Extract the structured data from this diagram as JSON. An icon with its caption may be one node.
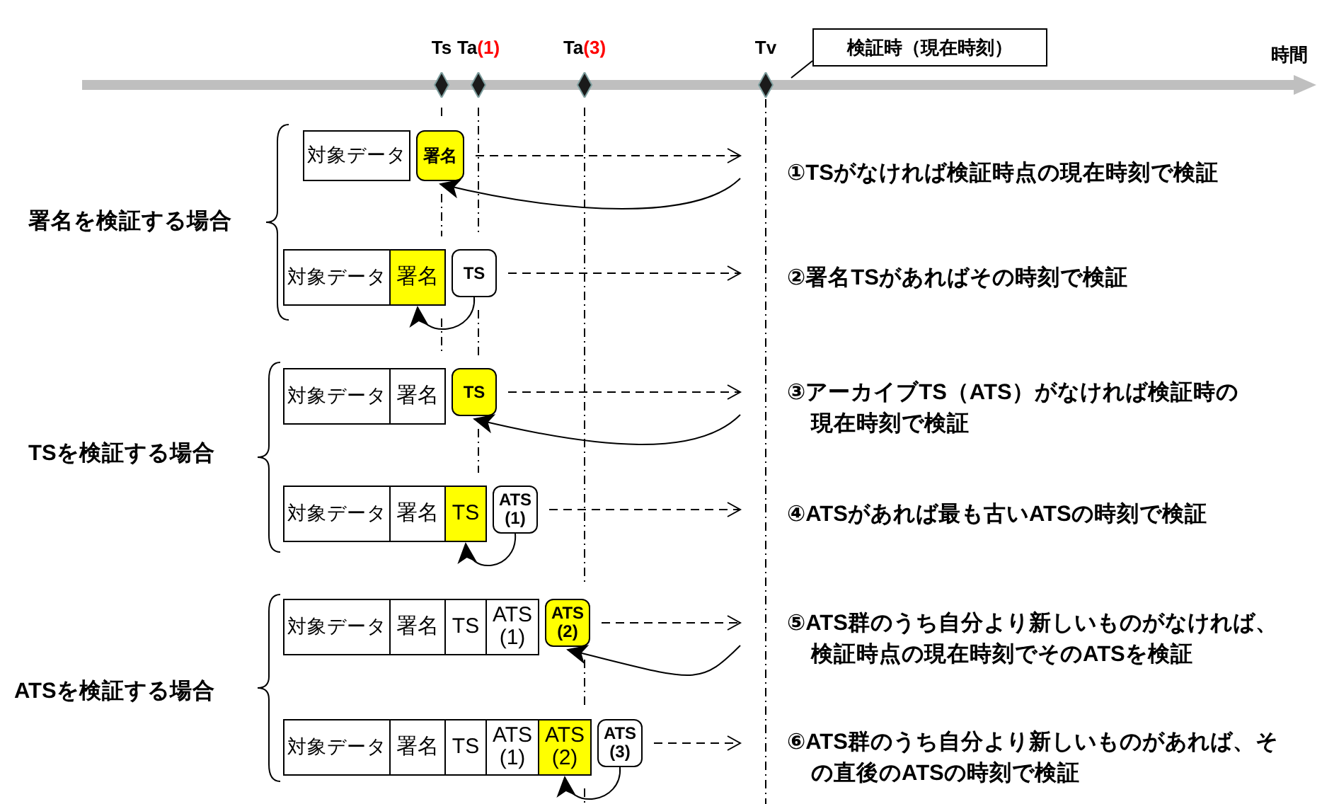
{
  "diagram": {
    "nodes": [
      {
        "text": [
          "Ts"
        ]
      },
      {
        "text": [
          "Ta",
          "(1)"
        ]
      },
      {
        "text": [
          "Ta",
          "(3)"
        ]
      },
      {
        "text": [
          "Tv"
        ]
      },
      {
        "text": [
          "検証時（現在時刻）"
        ]
      },
      {
        "text": [
          "対象データ"
        ]
      },
      {
        "text": [
          "署名"
        ]
      },
      {
        "text": [
          "対象データ"
        ]
      },
      {
        "text": [
          "署名"
        ]
      },
      {
        "text": [
          "TS"
        ]
      },
      {
        "text": [
          "対象データ"
        ]
      },
      {
        "text": [
          "署名"
        ]
      },
      {
        "text": [
          "TS"
        ]
      },
      {
        "text": [
          "対象データ"
        ]
      },
      {
        "text": [
          "署名"
        ]
      },
      {
        "text": [
          "TS"
        ]
      },
      {
        "text": [
          "ATS (1)"
        ]
      },
      {
        "text": [
          "対象データ"
        ]
      },
      {
        "text": [
          "署名"
        ]
      },
      {
        "text": [
          "TS"
        ]
      },
      {
        "text": [
          "ATS (1)"
        ]
      },
      {
        "text": [
          "ATS (2)"
        ]
      },
      {
        "text": [
          "対象データ"
        ]
      },
      {
        "text": [
          "署名"
        ]
      },
      {
        "text": [
          "TS"
        ]
      },
      {
        "text": [
          "ATS (1)"
        ]
      },
      {
        "text": [
          "ATS (2)"
        ]
      },
      {
        "text": [
          "ATS (3)"
        ]
      }
    ],
    "edges": [
      {
        "from": 4,
        "to": 3,
        "arrow": "none"
      },
      {
        "from": 6,
        "to": 3,
        "arrow": "to",
        "style": "dashed"
      },
      {
        "from": 3,
        "to": 6,
        "arrow": "to"
      },
      {
        "from": 9,
        "to": 3,
        "arrow": "to",
        "style": "dashed"
      },
      {
        "from": 9,
        "to": 8,
        "arrow": "to"
      },
      {
        "from": 12,
        "to": 3,
        "arrow": "to",
        "style": "dashed"
      },
      {
        "from": 3,
        "to": 12,
        "arrow": "to"
      },
      {
        "from": 16,
        "to": 3,
        "arrow": "to",
        "style": "dashed"
      },
      {
        "from": 16,
        "to": 15,
        "arrow": "to"
      },
      {
        "from": 21,
        "to": 3,
        "arrow": "to",
        "style": "dashed"
      },
      {
        "from": 3,
        "to": 21,
        "arrow": "to"
      },
      {
        "from": 27,
        "to": 3,
        "arrow": "to",
        "style": "dashed"
      },
      {
        "from": 27,
        "to": 26,
        "arrow": "to"
      }
    ],
    "labels": [
      "時間",
      "署名を検証する場合",
      "①TSがなければ検証時点の現在時刻で検証",
      "②署名TSがあればその時刻で検証",
      "TSを検証する場合",
      "③アーカイブTS（ATS）がなければ検証時の現在時刻で検証",
      "④ATSがあれば最も古いATSの時刻で検証",
      "ATSを検証する場合",
      "⑤ATS群のうち自分より新しいものがなければ、検証時点の現在時刻でそのATSを検証",
      "⑥ATS群のうち自分より新しいものがあれば、その直後のATSの時刻で検証"
    ]
  }
}
